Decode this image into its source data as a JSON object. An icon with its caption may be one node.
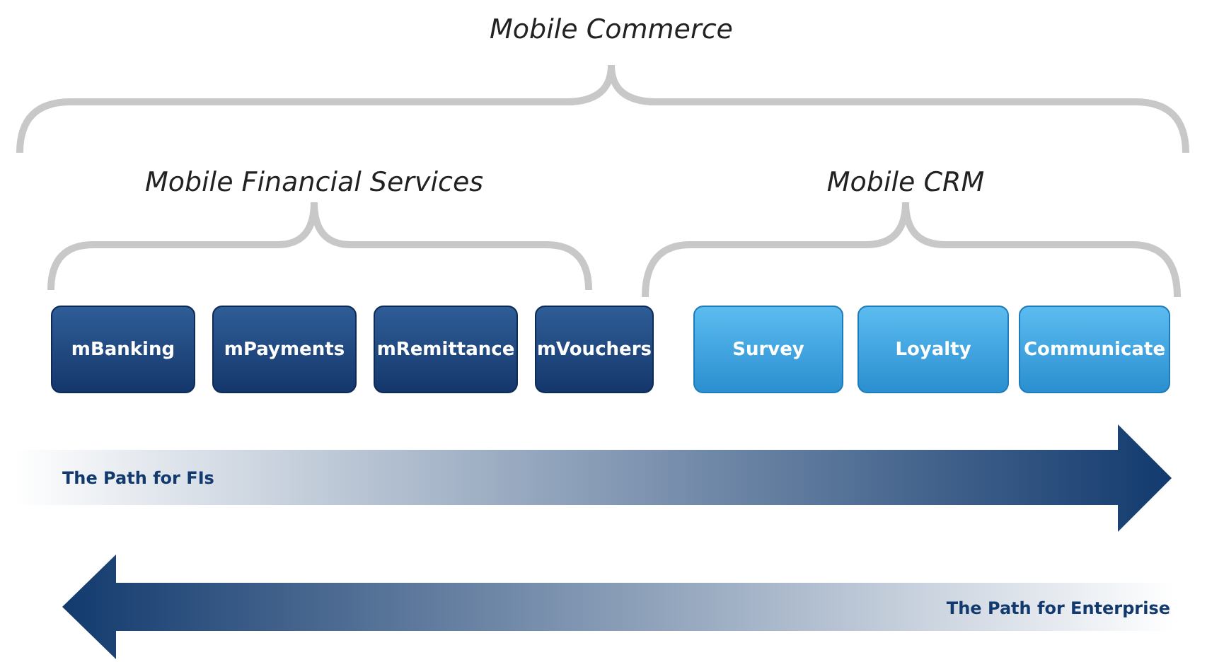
{
  "diagram": {
    "nodes": [
      {
        "text": [
          "mBanking"
        ]
      },
      {
        "text": [
          "mPayments"
        ]
      },
      {
        "text": [
          "mRemittance"
        ]
      },
      {
        "text": [
          "mVouchers"
        ]
      },
      {
        "text": [
          "Survey"
        ]
      },
      {
        "text": [
          "Loyalty"
        ]
      },
      {
        "text": [
          "Communicate"
        ]
      }
    ],
    "labels": [
      "Mobile Commerce",
      "Mobile Financial Services",
      "Mobile CRM",
      "The Path for FIs",
      "The Path for Enterprise"
    ]
  }
}
